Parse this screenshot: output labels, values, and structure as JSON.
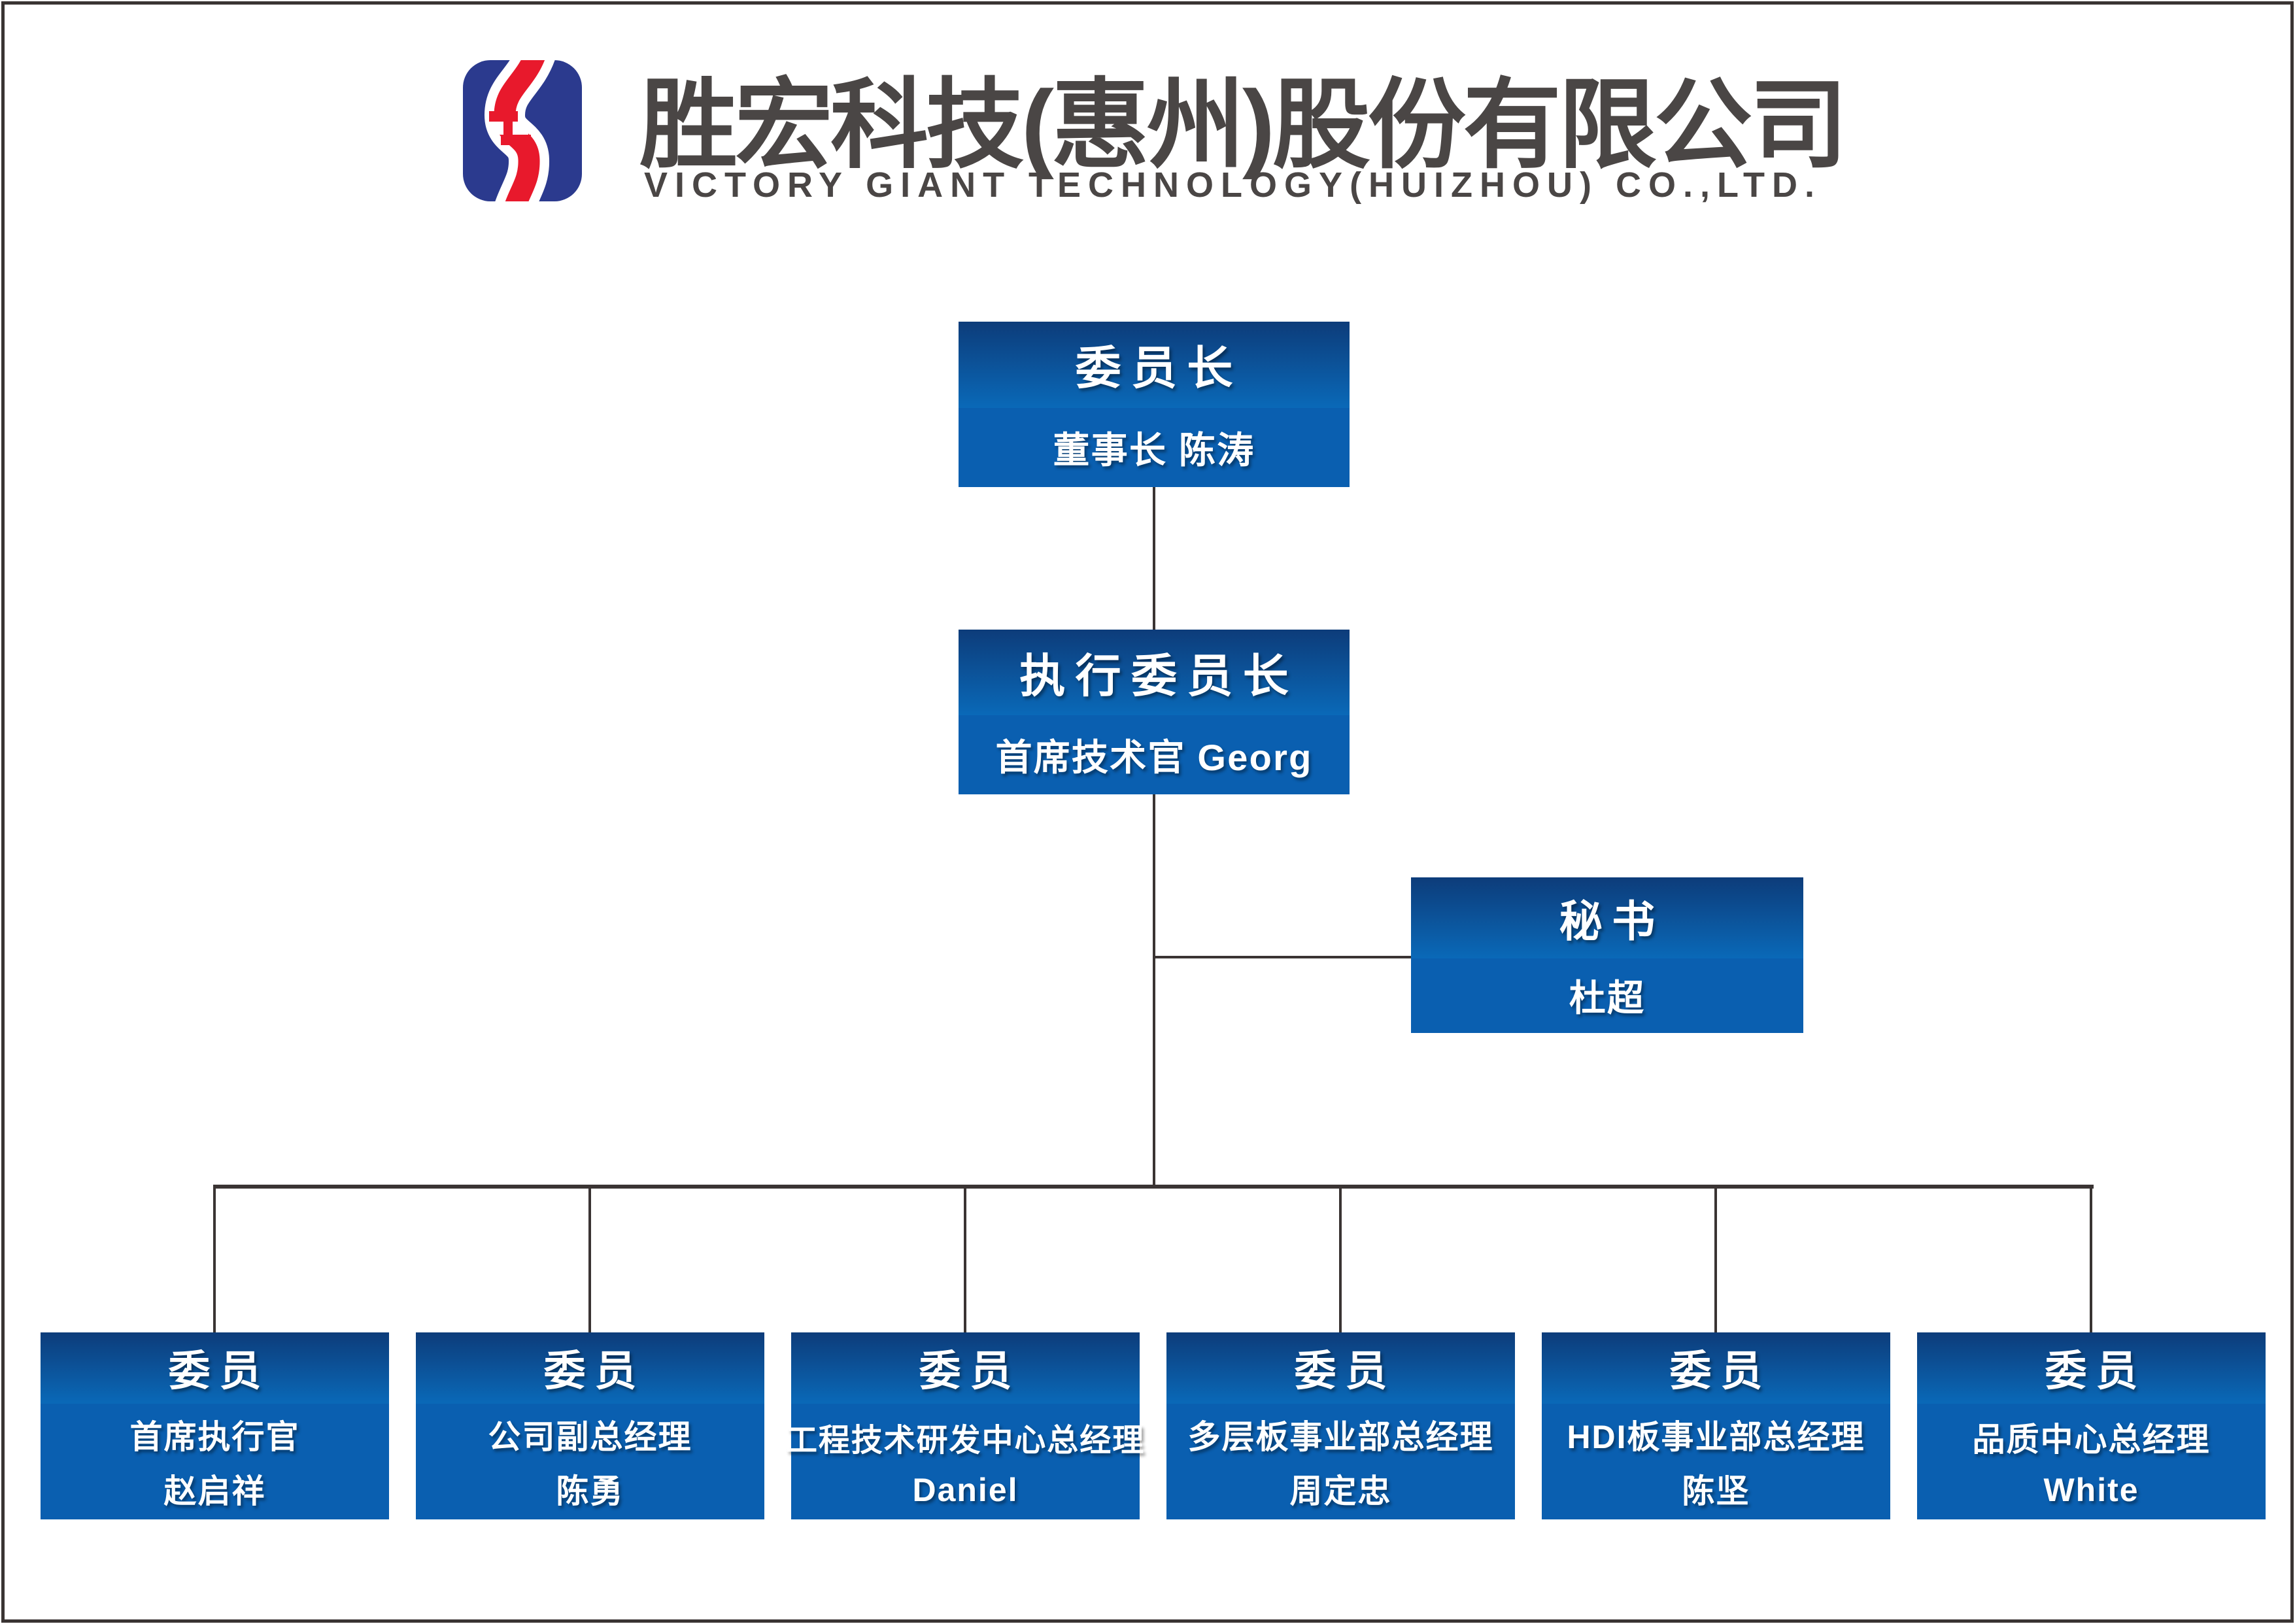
{
  "header": {
    "company_name_zh": "胜宏科技(惠州)股份有限公司",
    "company_name_en": "VICTORY GIANT TECHNOLOGY(HUIZHOU) CO.,LTD.",
    "logo": "victory-giant-s-monogram"
  },
  "org_chart": {
    "chairman": {
      "title": "委员长",
      "subtitle": "董事长 陈涛"
    },
    "executive_chairman": {
      "title": "执行委员长",
      "subtitle": "首席技术官 Georg"
    },
    "secretary": {
      "title": "秘书",
      "subtitle": "杜超"
    },
    "members": [
      {
        "title": "委员",
        "role": "首席执行官",
        "name": "赵启祥"
      },
      {
        "title": "委员",
        "role": "公司副总经理",
        "name": "陈勇"
      },
      {
        "title": "委员",
        "role": "工程技术研发中心总经理",
        "name": "Daniel"
      },
      {
        "title": "委员",
        "role": "多层板事业部总经理",
        "name": "周定忠"
      },
      {
        "title": "委员",
        "role": "HDI板事业部总经理",
        "name": "陈坚"
      },
      {
        "title": "委员",
        "role": "品质中心总经理",
        "name": "White"
      }
    ]
  },
  "colors": {
    "box_title_gradient_top": "#0d3c7a",
    "box_title_gradient_bottom": "#0a69b8",
    "box_body": "#0a5fb0",
    "box_text": "#ffffff",
    "connector": "#3a3433",
    "header_text": "#4a4645",
    "logo_blue": "#2b3a8e",
    "logo_red": "#e8192c"
  }
}
